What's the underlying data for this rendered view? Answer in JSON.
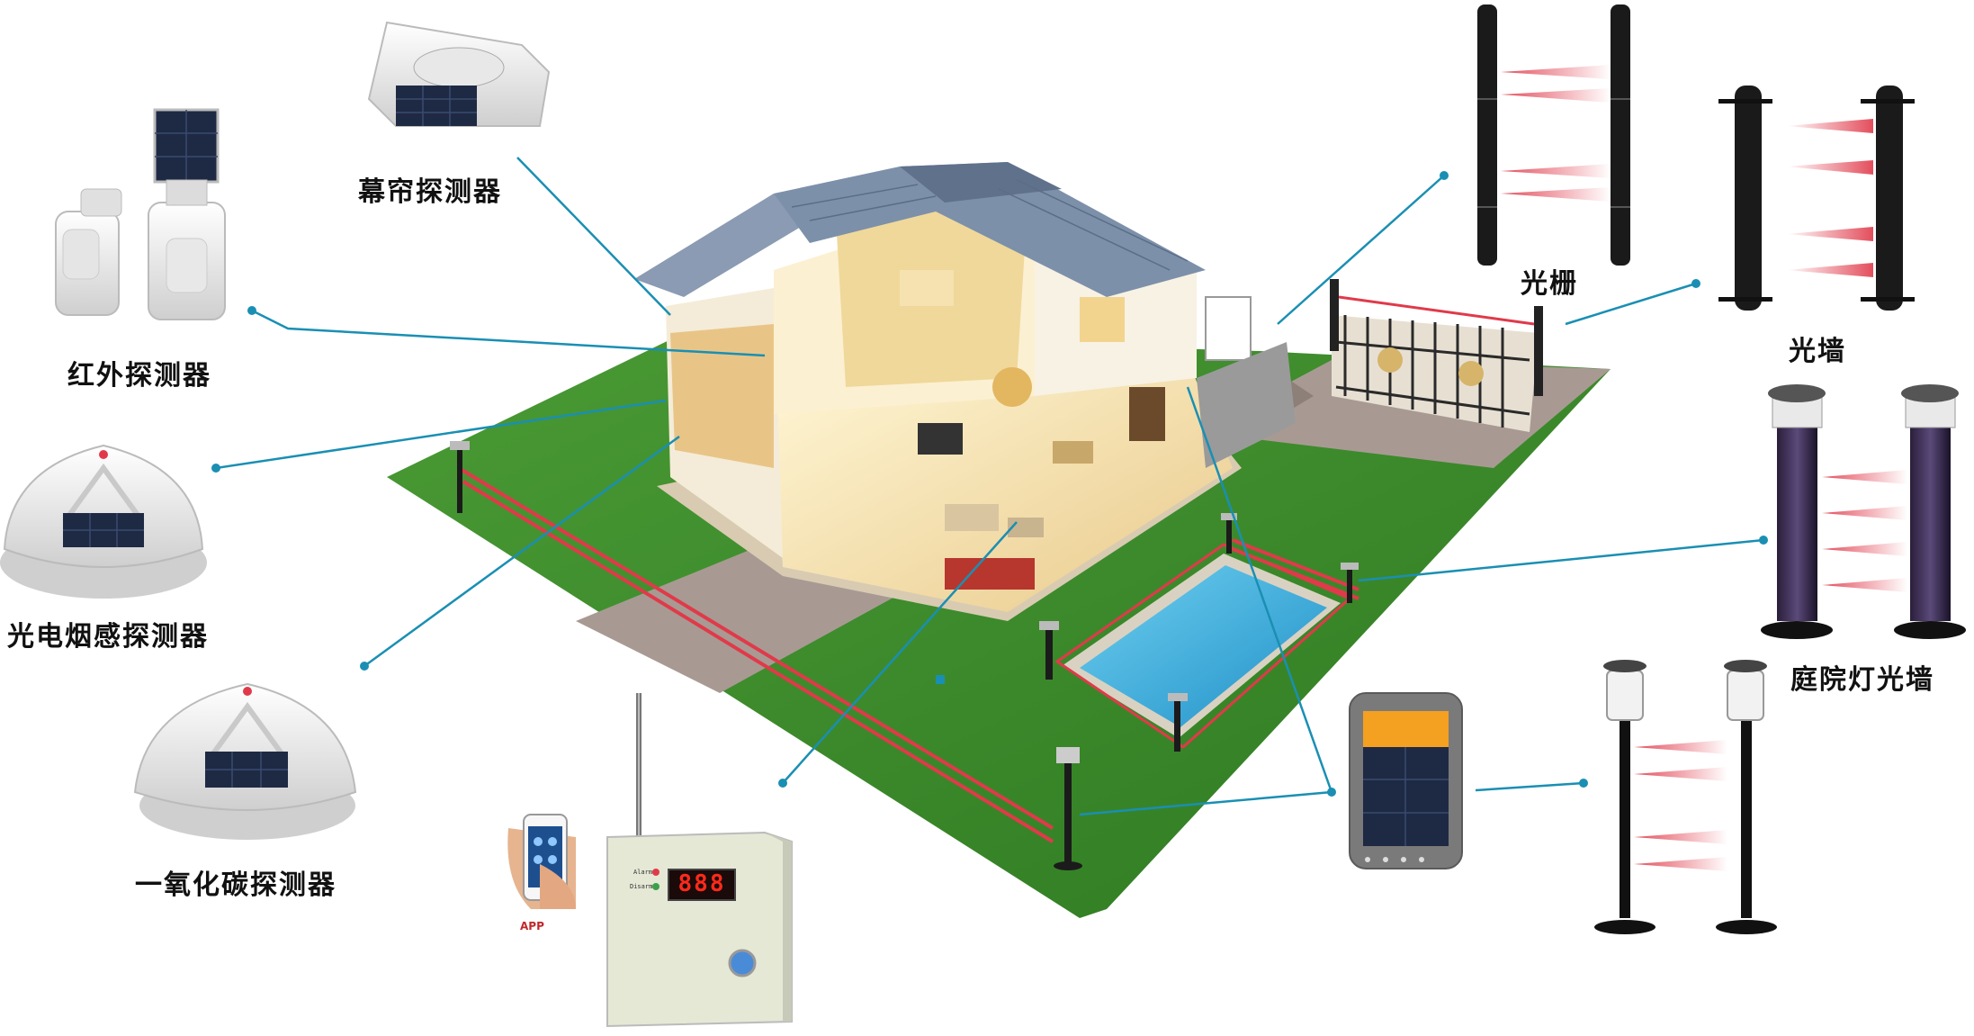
{
  "labels": {
    "curtain_detector": "幕帘探测器",
    "infrared_detector": "红外探测器",
    "smoke_detector": "光电烟感探测器",
    "co_detector": "一氧化碳探测器",
    "light_grating": "光栅",
    "light_wall": "光墙",
    "courtyard_light_wall": "庭院灯光墙",
    "app": "APP"
  },
  "alarm_panel": {
    "display": "888",
    "indicator_1": "Alarm",
    "indicator_2": "Disarm"
  },
  "colors": {
    "lawn": "#3f8a2c",
    "beam": "#e03a4a",
    "connector": "#1a8fb3",
    "pool": "#38a9d6",
    "roof": "#8a9bb3"
  }
}
